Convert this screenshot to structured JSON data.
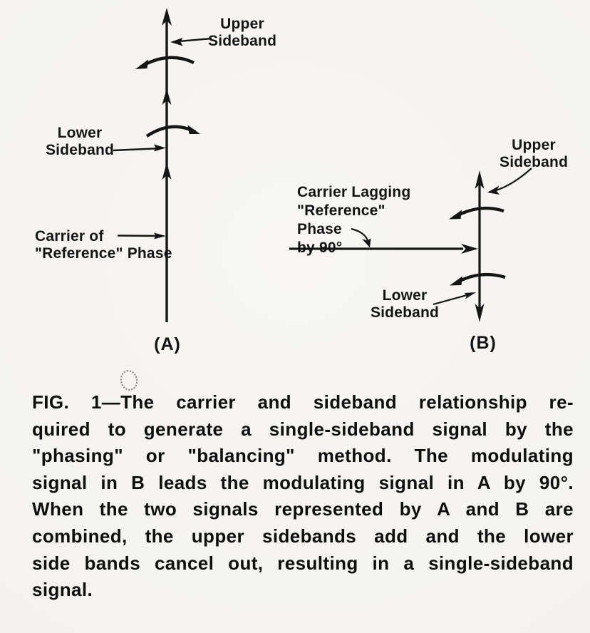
{
  "colors": {
    "paper": "#f4f3f0",
    "ink": "#161616"
  },
  "figure": {
    "diagram_a": {
      "upper_sideband_label": "Upper\nSideband",
      "lower_sideband_label": "Lower\nSideband",
      "carrier_label": "Carrier of\n\"Reference\" Phase",
      "tag": "(A)"
    },
    "diagram_b": {
      "upper_sideband_label": "Upper\nSideband",
      "carrier_label": "Carrier Lagging\n\"Reference\" Phase\nby 90°",
      "lower_sideband_label": "Lower\nSideband",
      "tag": "(B)"
    }
  },
  "caption": {
    "figure_number": "FIG. 1",
    "lines": [
      "FIG. 1—The carrier and sideband relationship re-",
      "quired to generate a single-sideband signal by the",
      "\"phasing\" or \"balancing\" method. The modulating",
      "signal in B leads the modulating signal in A by 90°.",
      "When the two signals represented by A and B are",
      "combined, the upper sidebands add and the lower",
      "side bands cancel out, resulting in a single-sideband",
      "signal."
    ]
  }
}
